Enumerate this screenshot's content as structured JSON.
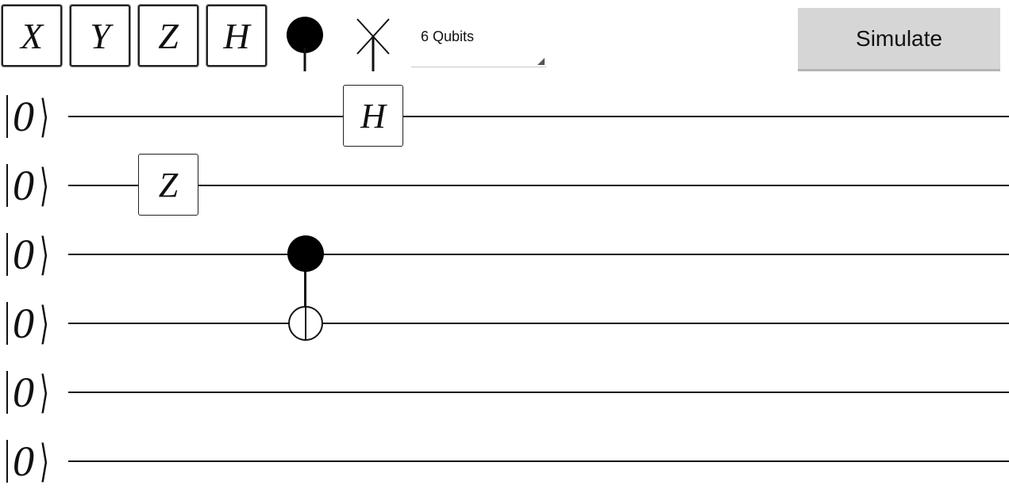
{
  "palette": {
    "gates": [
      {
        "label": "X",
        "icon": "x-gate"
      },
      {
        "label": "Y",
        "icon": "y-gate"
      },
      {
        "label": "Z",
        "icon": "z-gate"
      },
      {
        "label": "H",
        "icon": "h-gate"
      }
    ],
    "control_icon": "control-dot-icon",
    "target_icon": "swap-target-icon",
    "qubit_select": {
      "value": "6 Qubits"
    }
  },
  "toolbar": {
    "simulate_label": "Simulate"
  },
  "circuit": {
    "qubits": [
      {
        "ket_value": "0"
      },
      {
        "ket_value": "0"
      },
      {
        "ket_value": "0"
      },
      {
        "ket_value": "0"
      },
      {
        "ket_value": "0"
      },
      {
        "ket_value": "0"
      }
    ],
    "gates": [
      {
        "label": "H",
        "qubit": 0
      },
      {
        "label": "Z",
        "qubit": 1
      }
    ],
    "cnot": {
      "control_qubit": 2,
      "target_qubit": 3
    }
  },
  "colors": {
    "wire": "#111111",
    "button_bg": "#d6d6d6",
    "background": "#ffffff"
  }
}
